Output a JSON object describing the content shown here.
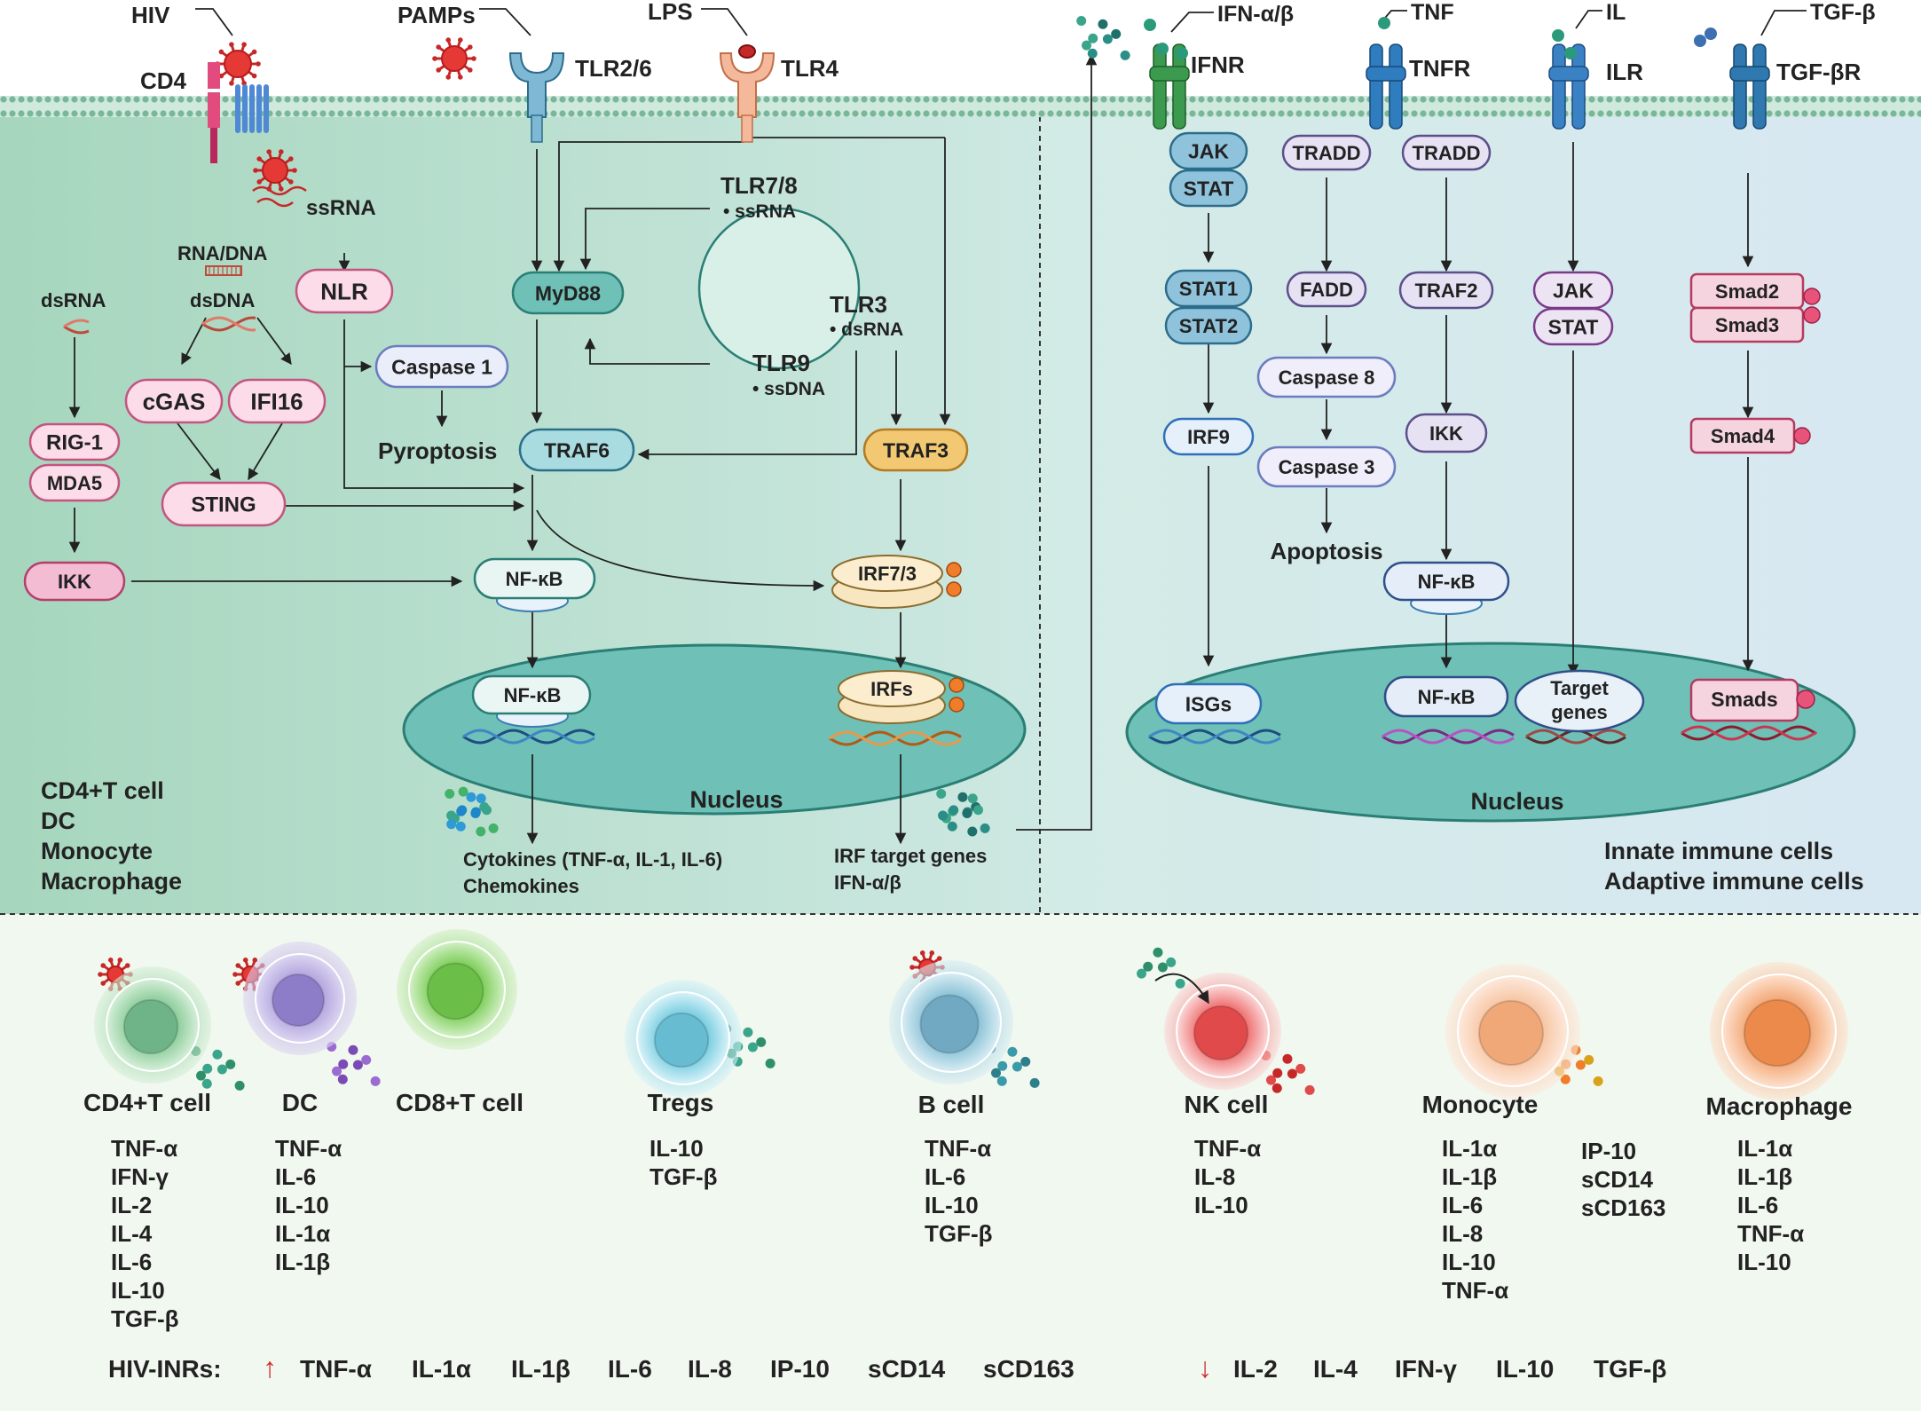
{
  "left_panel": {
    "top_labels": {
      "hiv": "HIV",
      "cd4": "CD4",
      "pamps": "PAMPs",
      "tlr26": "TLR2/6",
      "lps": "LPS",
      "tlr4": "TLR4"
    },
    "ssrna": "ssRNA",
    "tlr78": "TLR7/8",
    "tlr78_ligand": "• ssRNA",
    "tlr3": "TLR3",
    "tlr3_ligand": "• dsRNA",
    "tlr9": "TLR9",
    "tlr9_ligand": "• ssDNA",
    "rna_dna": "RNA/DNA",
    "dsdna": "dsDNA",
    "dsrna": "dsRNA",
    "nodes": {
      "nlr": "NLR",
      "myd88": "MyD88",
      "caspase1": "Caspase 1",
      "pyroptosis": "Pyroptosis",
      "traf6": "TRAF6",
      "traf3": "TRAF3",
      "cgas": "cGAS",
      "ifi16": "IFI16",
      "sting": "STING",
      "rig1": "RIG-1",
      "mda5": "MDA5",
      "ikk": "IKK",
      "nfkb_cyto": "NF-κB",
      "irf73": "IRF7/3",
      "nfkb_nuc": "NF-κB",
      "irfs": "IRFs"
    },
    "nucleus": "Nucleus",
    "cytokines_line1": "Cytokines (TNF-α, IL-1, IL-6)",
    "cytokines_line2": "Chemokines",
    "irf_line1": "IRF target genes",
    "irf_line2": "IFN-α/β",
    "cell_types": [
      "CD4+T cell",
      "DC",
      "Monocyte",
      "Macrophage"
    ]
  },
  "right_panel": {
    "ligands": {
      "ifn": "IFN-α/β",
      "tnf": "TNF",
      "il": "IL",
      "tgfb": "TGF-β"
    },
    "receptors": {
      "ifnr": "IFNR",
      "tnfr": "TNFR",
      "ilr": "ILR",
      "tgfbr": "TGF-βR"
    },
    "nodes": {
      "jak1": "JAK",
      "stat1": "STAT",
      "stat1b": "STAT1",
      "stat2": "STAT2",
      "irf9": "IRF9",
      "tradd1": "TRADD",
      "tradd2": "TRADD",
      "fadd": "FADD",
      "casp8": "Caspase 8",
      "casp3": "Caspase 3",
      "apoptosis": "Apoptosis",
      "traf2": "TRAF2",
      "ikk": "IKK",
      "nfkb_cyto": "NF-κB",
      "jak2": "JAK",
      "stat2b": "STAT",
      "smad2": "Smad2",
      "smad3": "Smad3",
      "smad4": "Smad4",
      "isgs": "ISGs",
      "nfkb_nuc": "NF-κB",
      "target1": "Target",
      "target2": "genes",
      "smads": "Smads"
    },
    "nucleus": "Nucleus",
    "footer1": "Innate immune cells",
    "footer2": "Adaptive immune cells"
  },
  "bottom_panel": {
    "cells": [
      {
        "name": "CD4+T cell",
        "cytokines": [
          "TNF-α",
          "IFN-γ",
          "IL-2",
          "IL-4",
          "IL-6",
          "IL-10",
          "TGF-β"
        ]
      },
      {
        "name": "DC",
        "cytokines": [
          "TNF-α",
          "IL-6",
          "IL-10",
          "IL-1α",
          "IL-1β"
        ]
      },
      {
        "name": "CD8+T cell",
        "cytokines": []
      },
      {
        "name": "Tregs",
        "cytokines": [
          "IL-10",
          "TGF-β"
        ]
      },
      {
        "name": "B cell",
        "cytokines": [
          "TNF-α",
          "IL-6",
          "IL-10",
          "TGF-β"
        ]
      },
      {
        "name": "NK cell",
        "cytokines": [
          "TNF-α",
          "IL-8",
          "IL-10"
        ]
      },
      {
        "name": "Monocyte",
        "cytokines": [
          "IL-1α",
          "IL-1β",
          "IL-6",
          "IL-8",
          "IL-10",
          "TNF-α"
        ],
        "cytokines2": [
          "IP-10",
          "sCD14",
          "sCD163"
        ]
      },
      {
        "name": "Macrophage",
        "cytokines": [
          "IL-1α",
          "IL-1β",
          "IL-6",
          "TNF-α",
          "IL-10"
        ]
      }
    ],
    "inr_label": "HIV-INRs:",
    "up_arrow": "↑",
    "up": [
      "TNF-α",
      "IL-1α",
      "IL-1β",
      "IL-6",
      "IL-8",
      "IP-10",
      "sCD14",
      "sCD163"
    ],
    "down_arrow": "↓",
    "down": [
      "IL-2",
      "IL-4",
      "IFN-γ",
      "IL-10",
      "TGF-β"
    ]
  }
}
